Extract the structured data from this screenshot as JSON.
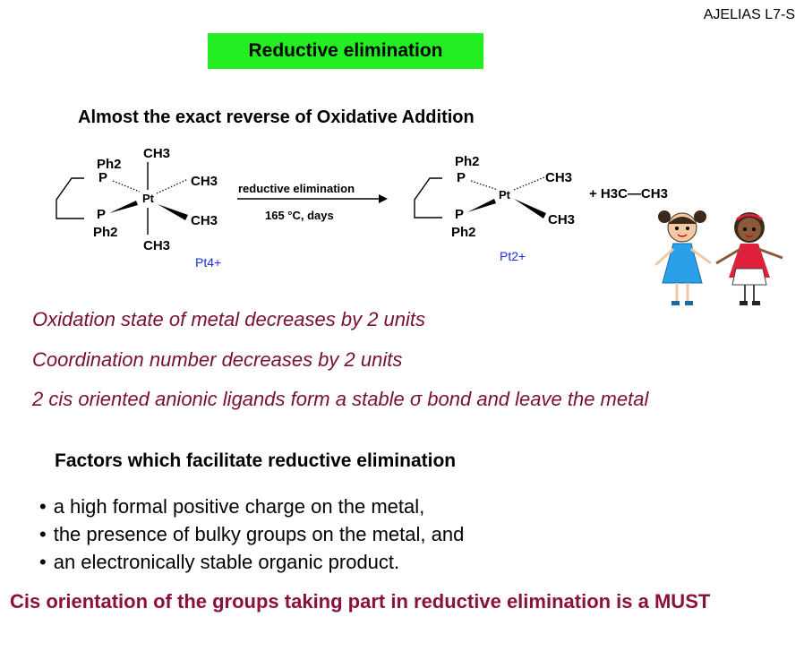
{
  "corner_label": "AJELIAS L7-S",
  "title": "Reductive elimination",
  "subtitle": "Almost the exact reverse of Oxidative Addition",
  "scheme": {
    "reactant": {
      "ph2_top": "Ph2",
      "p_top": "P",
      "ch3_top": "CH3",
      "pt": "Pt",
      "ch3_right_up": "CH3",
      "ch3_right_down": "CH3",
      "ch3_bottom": "CH3",
      "p_bottom": "P",
      "ph2_bottom": "Ph2",
      "oxidation_state": "Pt4+"
    },
    "arrow": {
      "label_top": "reductive elimination",
      "label_bottom": "165 °C, days"
    },
    "product": {
      "ph2_top": "Ph2",
      "p_top": "P",
      "pt": "Pt",
      "ch3_right_up": "CH3",
      "ch3_right_down": "CH3",
      "p_bottom": "P",
      "ph2_bottom": "Ph2",
      "oxidation_state": "Pt2+"
    },
    "byproduct": "+ H3C—CH3"
  },
  "observations": [
    "Oxidation state of metal decreases by 2 units",
    "Coordination number decreases by 2 units",
    "2 cis oriented anionic ligands form a stable σ  bond and leave the metal"
  ],
  "factors_heading": "Factors which facilitate reductive elimination",
  "factors": [
    "a high formal positive charge on the metal,",
    "the presence of bulky groups on the metal, and",
    "an electronically stable organic product."
  ],
  "cis_note": "Cis orientation of the groups taking part in reductive elimination  is a MUST",
  "colors": {
    "title_bg": "#22ee22",
    "observation_text": "#7a1030",
    "note_text": "#8a1040",
    "oxidation_label": "#1a2fd6"
  }
}
